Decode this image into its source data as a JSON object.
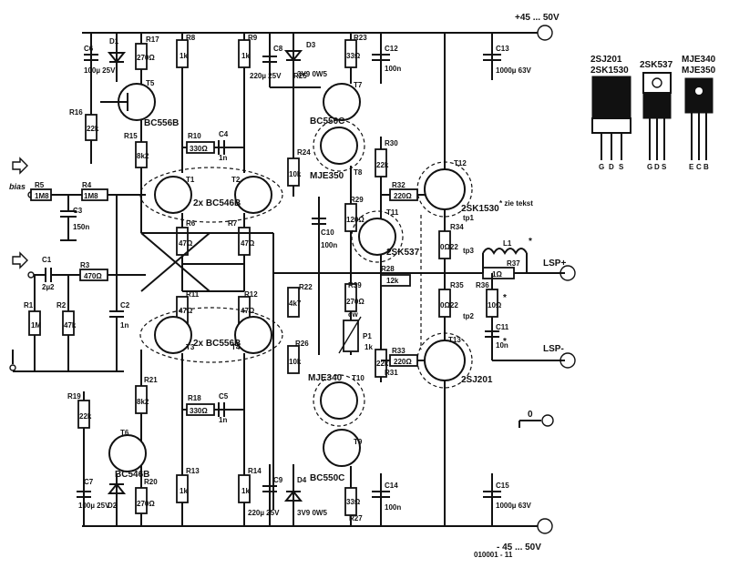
{
  "supply": {
    "pos": "+45 ... 50V",
    "neg": "- 45 ... 50V"
  },
  "inputs": {
    "bias": "bias"
  },
  "outputs": {
    "lsp_pos": "LSP+",
    "lsp_neg": "LSP-"
  },
  "note": "* zie tekst",
  "figure_id": "010001 - 11",
  "packages": [
    {
      "title1": "2SJ201",
      "title2": "2SK1530",
      "pins": [
        "G",
        "D",
        "S"
      ]
    },
    {
      "title1": "2SK537",
      "title2": "",
      "pins": [
        "G",
        "D",
        "S"
      ]
    },
    {
      "title1": "MJE340",
      "title2": "MJE350",
      "pins": [
        "E",
        "C",
        "B"
      ]
    }
  ],
  "resistors": {
    "R5": {
      "ref": "R5",
      "val": "1M8"
    },
    "R4": {
      "ref": "R4",
      "val": "1M8"
    },
    "R3": {
      "ref": "R3",
      "val": "470Ω"
    },
    "R1": {
      "ref": "R1",
      "val": "1M"
    },
    "R2": {
      "ref": "R2",
      "val": "47k"
    },
    "R17": {
      "ref": "R17",
      "val": "270Ω"
    },
    "R16": {
      "ref": "R16",
      "val": "22k"
    },
    "R15": {
      "ref": "R15",
      "val": "8k2"
    },
    "R8": {
      "ref": "R8",
      "val": "1k"
    },
    "R9": {
      "ref": "R9",
      "val": "1k"
    },
    "R10": {
      "ref": "R10",
      "val": "330Ω"
    },
    "R6": {
      "ref": "R6",
      "val": "47Ω"
    },
    "R7": {
      "ref": "R7",
      "val": "47Ω"
    },
    "R11": {
      "ref": "R11",
      "val": "47Ω"
    },
    "R12": {
      "ref": "R12",
      "val": "47Ω"
    },
    "R18": {
      "ref": "R18",
      "val": "330Ω"
    },
    "R13": {
      "ref": "R13",
      "val": "1k"
    },
    "R14": {
      "ref": "R14",
      "val": "1k"
    },
    "R19": {
      "ref": "R19",
      "val": "22k"
    },
    "R21": {
      "ref": "R21",
      "val": "8k2"
    },
    "R20": {
      "ref": "R20",
      "val": "270Ω"
    },
    "R22": {
      "ref": "R22",
      "val": "4k7"
    },
    "R23": {
      "ref": "R23",
      "val": "33Ω"
    },
    "R24": {
      "ref": "R24",
      "val": "10k"
    },
    "R25": {
      "ref": "R25",
      "val": "10k"
    },
    "R26": {
      "ref": "R26",
      "val": "10k"
    },
    "R27": {
      "ref": "R27",
      "val": "33Ω"
    },
    "R28": {
      "ref": "R28",
      "val": "12k"
    },
    "R29": {
      "ref": "R29",
      "val": "120Ω"
    },
    "R30": {
      "ref": "R30",
      "val": "22k"
    },
    "R31": {
      "ref": "R31",
      "val": "22k"
    },
    "R32": {
      "ref": "R32",
      "val": "220Ω"
    },
    "R33": {
      "ref": "R33",
      "val": "220Ω"
    },
    "R34": {
      "ref": "R34",
      "val": "0Ω22"
    },
    "R35": {
      "ref": "R35",
      "val": "0Ω22"
    },
    "R36": {
      "ref": "R36",
      "val": "10Ω"
    },
    "R37": {
      "ref": "R37",
      "val": "1Ω"
    },
    "R39": {
      "ref": "R39",
      "val": "270Ω"
    }
  },
  "capacitors": {
    "C1": {
      "ref": "C1",
      "val": "2µ2"
    },
    "C2": {
      "ref": "C2",
      "val": "1n"
    },
    "C3": {
      "ref": "C3",
      "val": "150n"
    },
    "C4": {
      "ref": "C4",
      "val": "1n"
    },
    "C5": {
      "ref": "C5",
      "val": "1n"
    },
    "C6": {
      "ref": "C6",
      "val": "100µ 25V"
    },
    "C7": {
      "ref": "C7",
      "val": "100µ 25V"
    },
    "C8": {
      "ref": "C8",
      "val": "220µ 25V"
    },
    "C9": {
      "ref": "C9",
      "val": "220µ 25V"
    },
    "C10": {
      "ref": "C10",
      "val": "100n"
    },
    "C11": {
      "ref": "C11",
      "val": "10n"
    },
    "C12": {
      "ref": "C12",
      "val": "100n"
    },
    "C13": {
      "ref": "C13",
      "val": "1000µ 63V"
    },
    "C14": {
      "ref": "C14",
      "val": "100n"
    },
    "C15": {
      "ref": "C15",
      "val": "1000µ 63V"
    }
  },
  "transistors": {
    "T1": "T1",
    "T2": "T2",
    "T3": "T3",
    "T4": "T4",
    "T5": "T5",
    "T6": "T6",
    "T7": "T7",
    "T8": "T8",
    "T9": "T9",
    "T10": "T10",
    "T11": "T11",
    "T12": "T12",
    "T13": "T13",
    "pair_top": "2x BC546B",
    "pair_bot": "2x BC556B",
    "T5_type": "BC556B",
    "T6_type": "BC546B",
    "T7_type": "BC550C",
    "T8_type": "MJE350",
    "T9_type": "BC550C",
    "T10_type": "MJE340",
    "T11_type": "2SK537",
    "T12_type": "2SK1530",
    "T13_type": "2SJ201"
  },
  "diodes": {
    "D1": "D1",
    "D2": "D2",
    "D3": "D3",
    "D4": "D4",
    "D3_val": "3V9 0W5",
    "D4_val": "3V9 0W5"
  },
  "other": {
    "L1": "L1",
    "P1": "P1",
    "P1_val": "1k",
    "cw": "cw",
    "tp1": "tp1",
    "tp2": "tp2",
    "tp3": "tp3",
    "star": "*",
    "ground_label": "0"
  }
}
